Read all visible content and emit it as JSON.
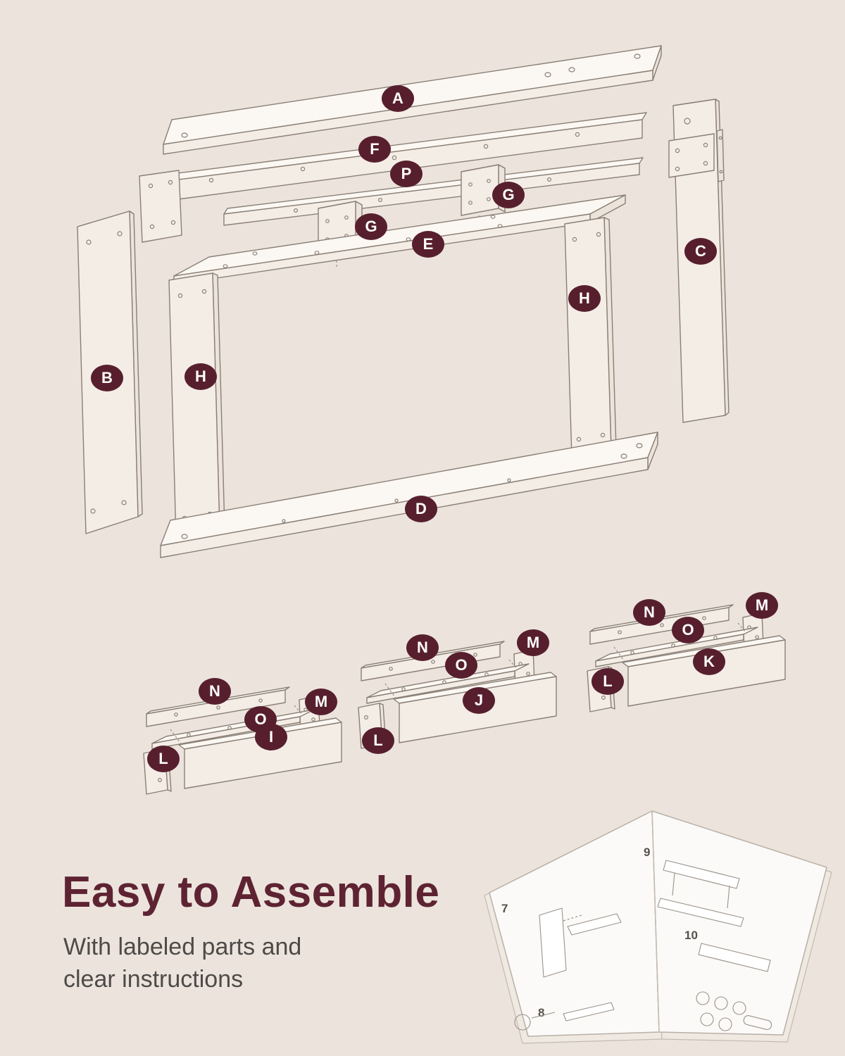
{
  "theme": {
    "background": "#ece4dc",
    "badge_color": "#571f2e",
    "heading_color": "#5e2333",
    "body_text_color": "#4e4a47",
    "line_art_color": "#8a7f75",
    "board_fill": "#fbf7f2"
  },
  "parts": {
    "A": "A",
    "B": "B",
    "C": "C",
    "D": "D",
    "E": "E",
    "F": "F",
    "G": "G",
    "H": "H",
    "I": "I",
    "J": "J",
    "K": "K",
    "L": "L",
    "M": "M",
    "N": "N",
    "O": "O",
    "P": "P"
  },
  "text": {
    "heading": "Easy to Assemble",
    "subheading": "With labeled parts and clear instructions"
  },
  "booklet": {
    "page_numbers": [
      "7",
      "8",
      "9",
      "10"
    ]
  }
}
